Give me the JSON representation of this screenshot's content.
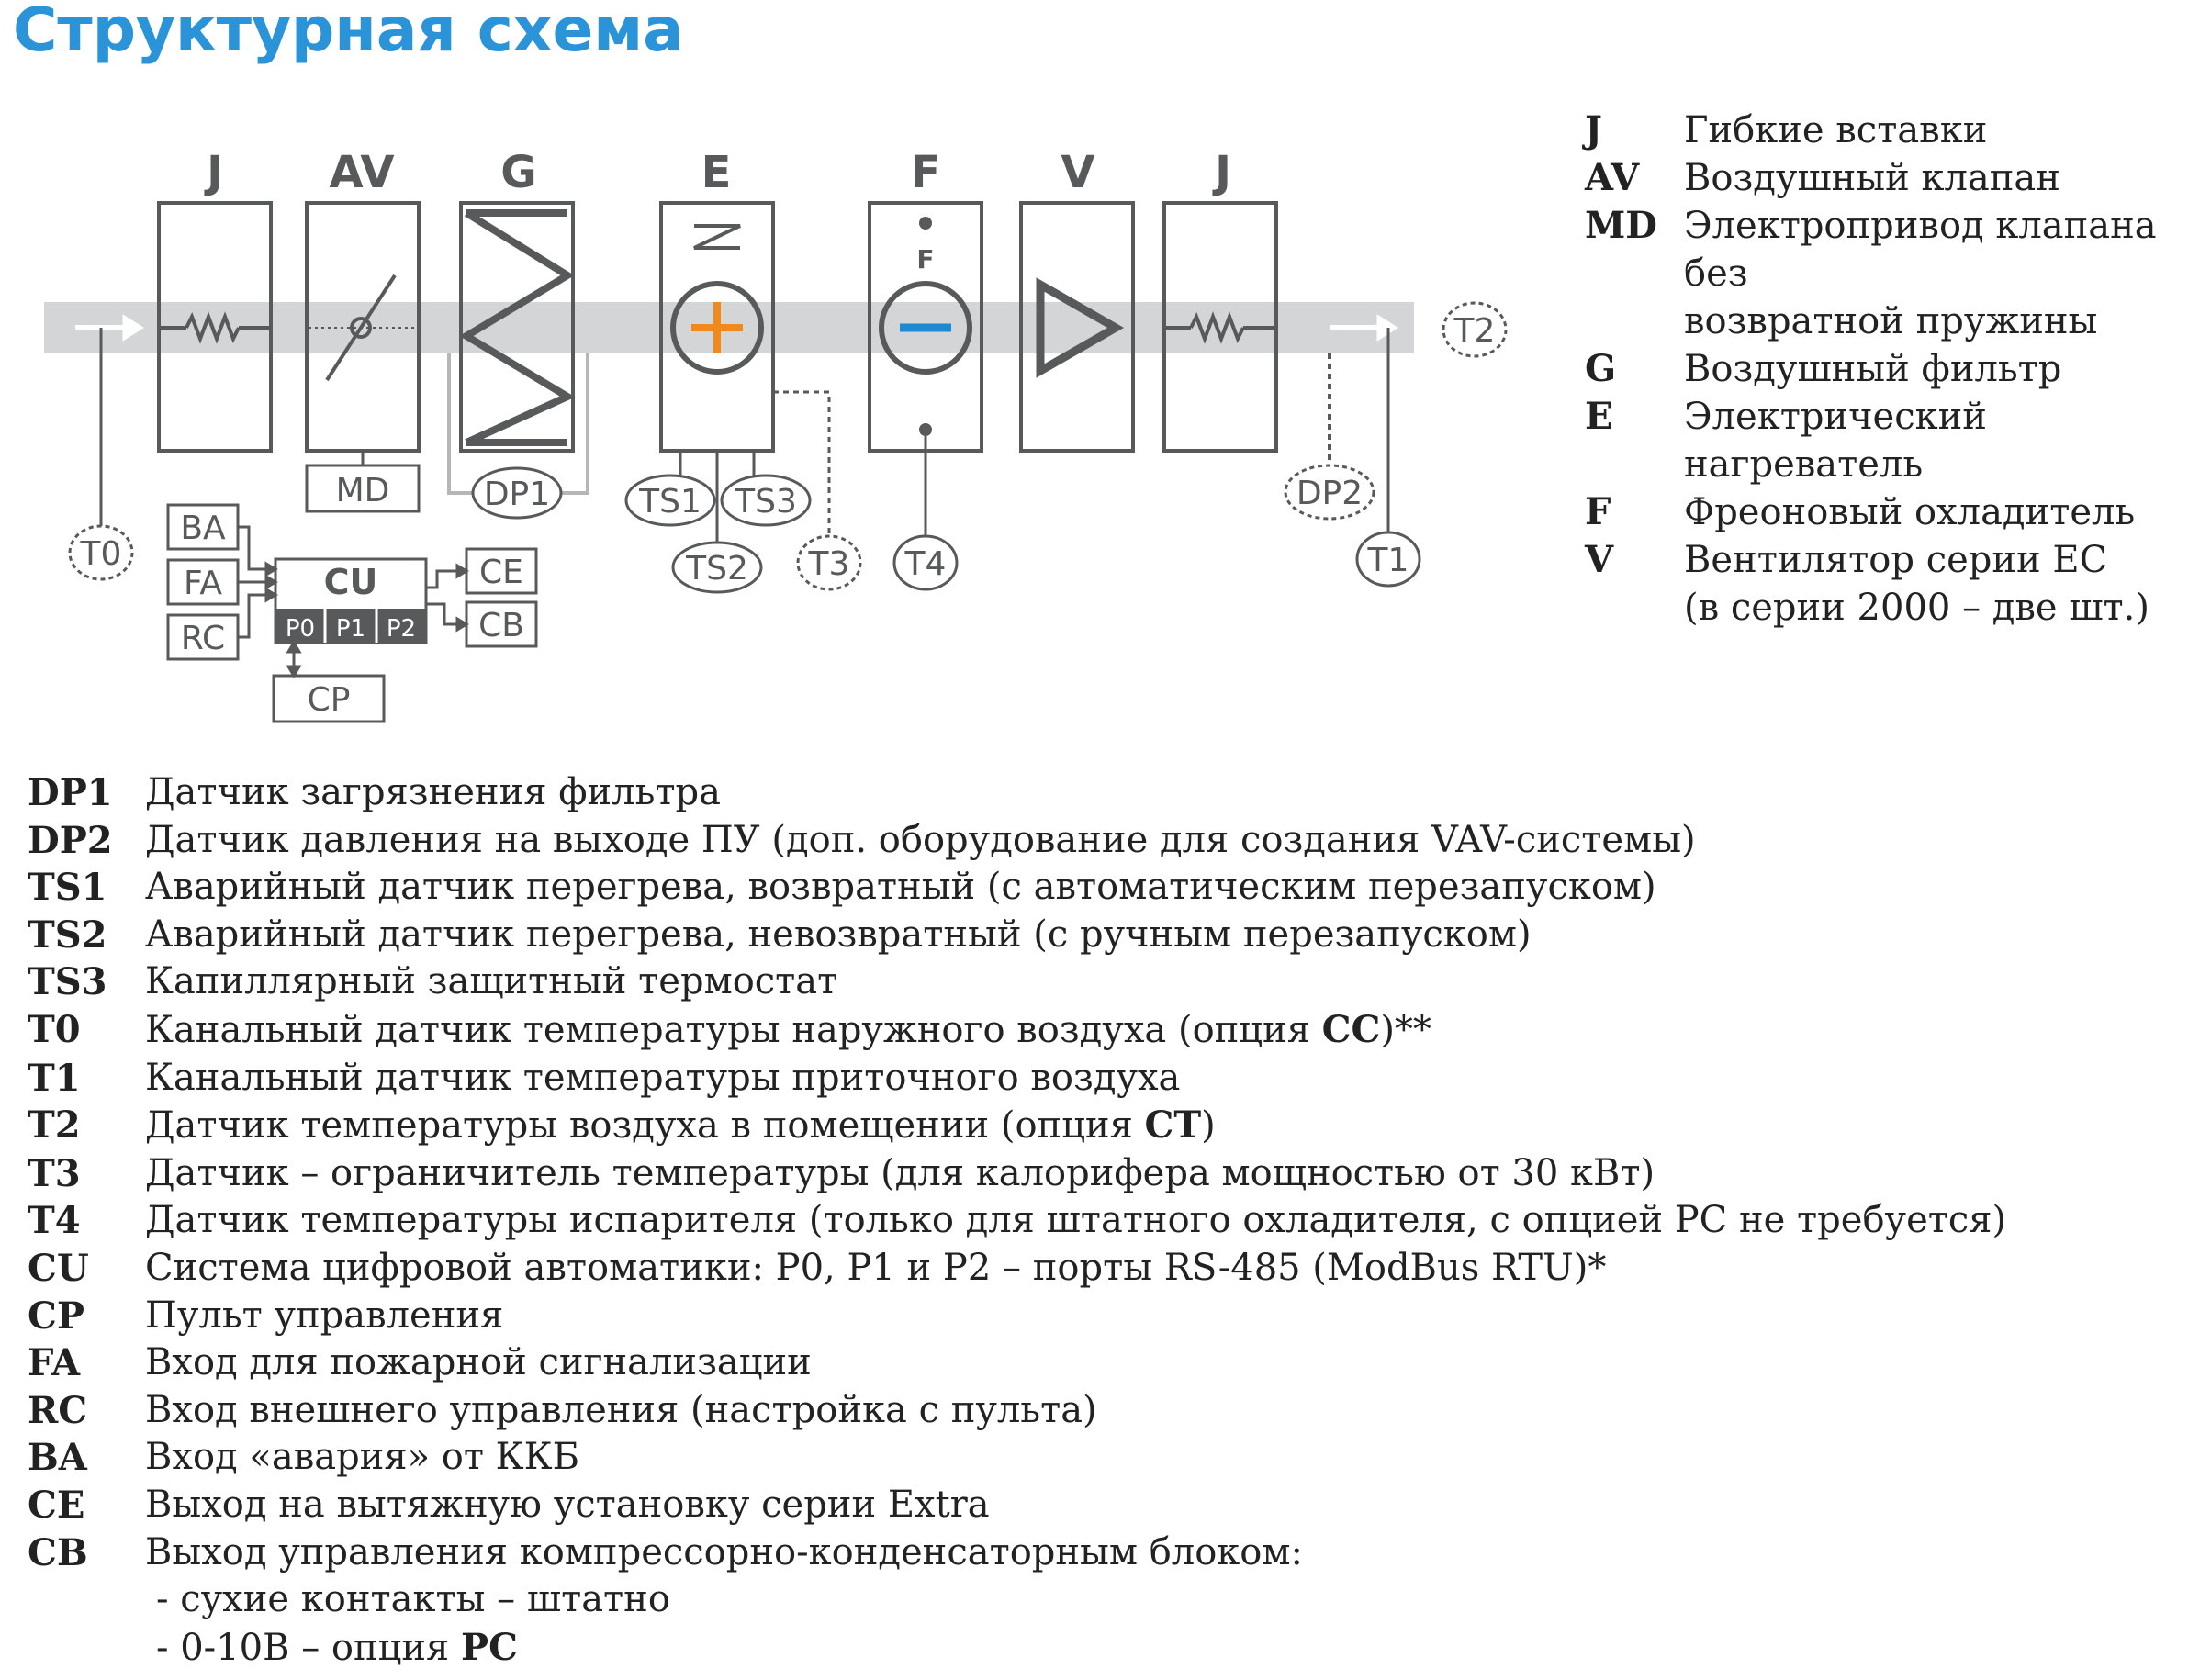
{
  "title": "Структурная схема",
  "diagram": {
    "columns": [
      "J",
      "AV",
      "G",
      "E",
      "F",
      "V",
      "J"
    ],
    "heater_label": "F",
    "md": "MD",
    "dp1": "DP1",
    "dp2": "DP2",
    "t0": "T0",
    "t1": "T1",
    "t2": "T2",
    "t3": "T3",
    "t4": "T4",
    "ts1": "TS1",
    "ts2": "TS2",
    "ts3": "TS3",
    "ba": "BA",
    "fa": "FA",
    "rc": "RC",
    "cu": "CU",
    "p0": "P0",
    "p1": "P1",
    "p2": "P2",
    "ce": "CE",
    "cb": "CB",
    "cp": "CP",
    "colors": {
      "title": "#2b93d8",
      "frame": "#58595b",
      "duct": "#d4d5d6",
      "heater": "#f08a1c",
      "cooler": "#1f8ad4"
    }
  },
  "legend_right": [
    {
      "code": "J",
      "text": "Гибкие вставки"
    },
    {
      "code": "AV",
      "text": "Воздушный клапан"
    },
    {
      "code": "MD",
      "text": "Электропривод клапана без"
    },
    {
      "code": "",
      "text": "возвратной пружины"
    },
    {
      "code": "G",
      "text": "Воздушный фильтр"
    },
    {
      "code": "E",
      "text": "Электрический нагреватель"
    },
    {
      "code": "F",
      "text": "Фреоновый охладитель"
    },
    {
      "code": "V",
      "text": "Вентилятор серии EC"
    },
    {
      "code": "",
      "text": "(в серии 2000 – две шт.)"
    }
  ],
  "legend_bottom": [
    {
      "code": "DP1",
      "text": "Датчик загрязнения фильтра"
    },
    {
      "code": "DP2",
      "text": "Датчик давления на выходе ПУ (доп. оборудование для создания VAV-системы)"
    },
    {
      "code": "TS1",
      "text": "Аварийный датчик перегрева, возвратный (с автоматическим перезапуском)"
    },
    {
      "code": "TS2",
      "text": "Аварийный датчик перегрева, невозвратный (с ручным перезапуском)"
    },
    {
      "code": "TS3",
      "text": "Капиллярный защитный термостат"
    },
    {
      "code": "T0",
      "text": "Канальный датчик температуры наружного воздуха (опция ",
      "bold": "CC",
      "after": ")**"
    },
    {
      "code": "T1",
      "text": "Канальный датчик температуры приточного воздуха"
    },
    {
      "code": "T2",
      "text": "Датчик температуры воздуха в помещении (опция ",
      "bold": "CT",
      "after": ")"
    },
    {
      "code": "T3",
      "text": "Датчик – ограничитель температуры (для калорифера мощностью от 30 кВт)"
    },
    {
      "code": "T4",
      "text": "Датчик температуры испарителя (только для штатного охладителя, с опцией PC не требуется)"
    },
    {
      "code": "CU",
      "text": "Система цифровой автоматики: P0, P1 и P2 – порты RS-485 (ModBus RTU)*"
    },
    {
      "code": "CP",
      "text": "Пульт управления"
    },
    {
      "code": "FA",
      "text": "Вход для пожарной сигнализации"
    },
    {
      "code": "RC",
      "text": "Вход внешнего управления (настройка с пульта)"
    },
    {
      "code": "BA",
      "text": "Вход «авария» от ККБ"
    },
    {
      "code": "CE",
      "text": "Выход на вытяжную установку серии Extra"
    },
    {
      "code": "CB",
      "text": "Выход управления компрессорно-конденсаторным блоком:"
    }
  ],
  "legend_sub": [
    {
      "text": "- сухие контакты – штатно"
    },
    {
      "text": "- 0-10В – опция ",
      "bold": "PC"
    }
  ]
}
